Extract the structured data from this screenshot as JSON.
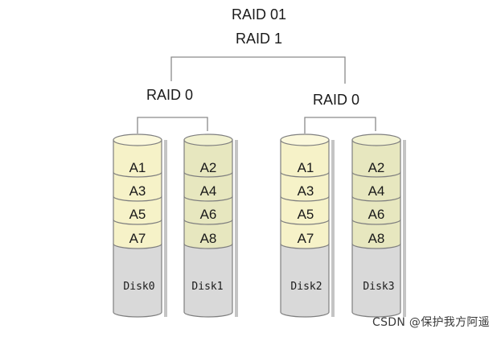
{
  "title_top": "RAID 01",
  "title_second": "RAID 1",
  "groups": [
    {
      "label": "RAID 0",
      "disks": [
        {
          "name": "Disk0",
          "blocks": [
            "A1",
            "A3",
            "A5",
            "A7"
          ]
        },
        {
          "name": "Disk1",
          "blocks": [
            "A2",
            "A4",
            "A6",
            "A8"
          ]
        }
      ]
    },
    {
      "label": "RAID 0",
      "disks": [
        {
          "name": "Disk2",
          "blocks": [
            "A1",
            "A3",
            "A5",
            "A7"
          ]
        },
        {
          "name": "Disk3",
          "blocks": [
            "A2",
            "A4",
            "A6",
            "A8"
          ]
        }
      ]
    }
  ],
  "watermark": "CSDN @保护我方阿遥",
  "colors": {
    "odd_block": "#f6f2c8",
    "even_block": "#e7e7bf",
    "disk_body": "#d9d9d9",
    "outline": "#7f7f7f",
    "shadow": "#c4c4c4",
    "line": "#8a8a8a"
  }
}
